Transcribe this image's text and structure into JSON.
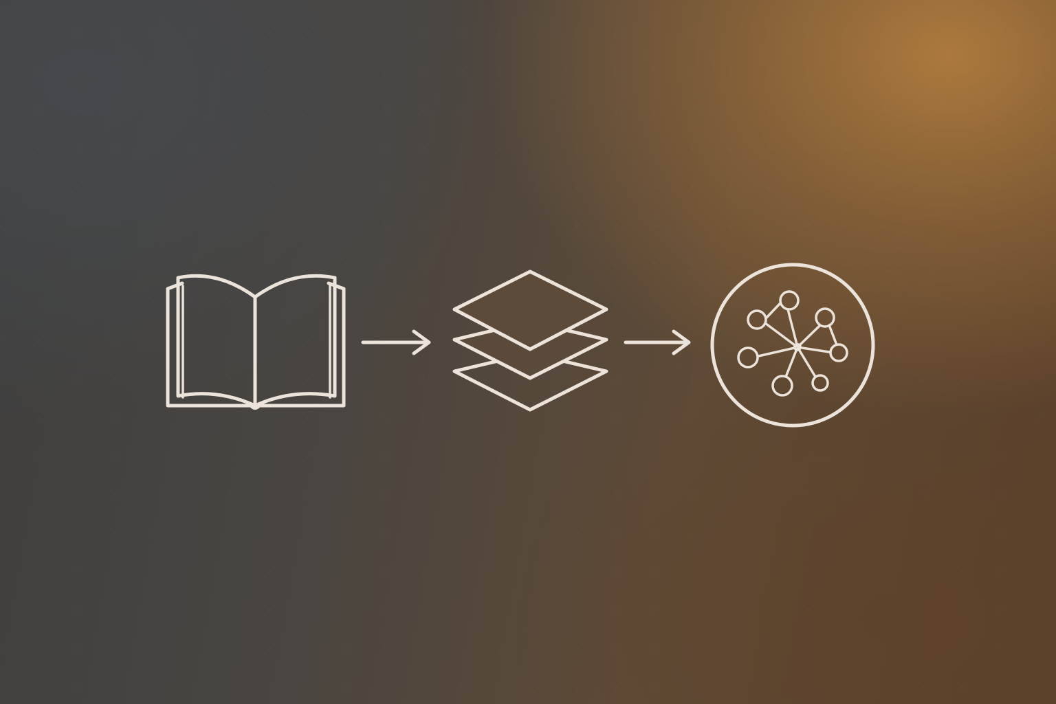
{
  "diagram": {
    "type": "pipeline",
    "nodes": [
      {
        "icon": "open-book-icon"
      },
      {
        "icon": "stacked-layers-icon"
      },
      {
        "icon": "network-graph-circle-icon"
      }
    ],
    "edges": [
      {
        "from": 0,
        "to": 1,
        "icon": "arrow-right-icon"
      },
      {
        "from": 1,
        "to": 2,
        "icon": "arrow-right-icon"
      }
    ],
    "colors": {
      "stroke": "#ece4da",
      "background_dark": "#3f3f3f",
      "background_accent": "#b07c3e"
    }
  }
}
